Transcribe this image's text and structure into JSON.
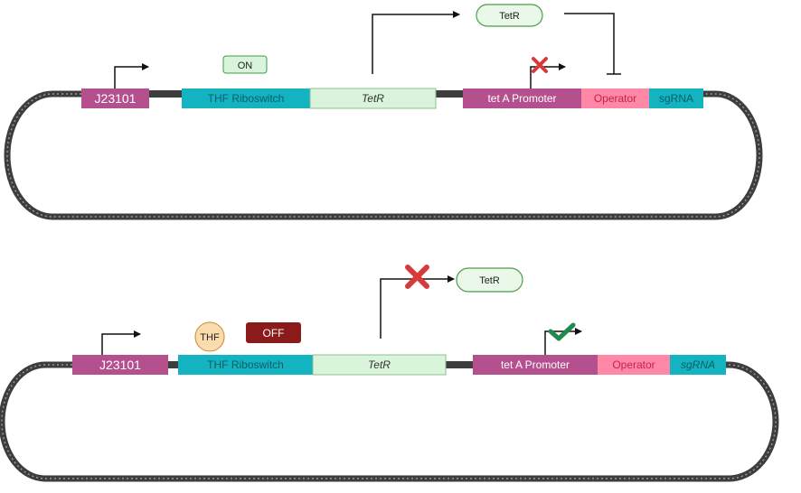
{
  "top_construct": {
    "promoter": "J23101",
    "riboswitch": "THF Riboswitch",
    "gene": "TetR",
    "tet_promoter": "tet A Promoter",
    "operator": "Operator",
    "sgrna": "sgRNA",
    "state_badge": "ON",
    "protein": "TetR"
  },
  "bottom_construct": {
    "promoter": "J23101",
    "riboswitch": "THF Riboswitch",
    "gene": "TetR",
    "tet_promoter": "tet A Promoter",
    "operator": "Operator",
    "sgrna": "sgRNA",
    "state_badge": "OFF",
    "ligand": "THF",
    "protein": "TetR"
  },
  "colors": {
    "promoter": "#b5508f",
    "riboswitch": "#13b3c2",
    "gene": "#d9f4da",
    "operator": "#ff88a6",
    "sgrna": "#13b3c2",
    "on_badge": "#d9f4da",
    "off_badge": "#8b1a1a",
    "thf": "#fbdcae",
    "block_x": "#d63a3a",
    "check": "#1f8a4c",
    "backbone": "#3d3d3d"
  }
}
